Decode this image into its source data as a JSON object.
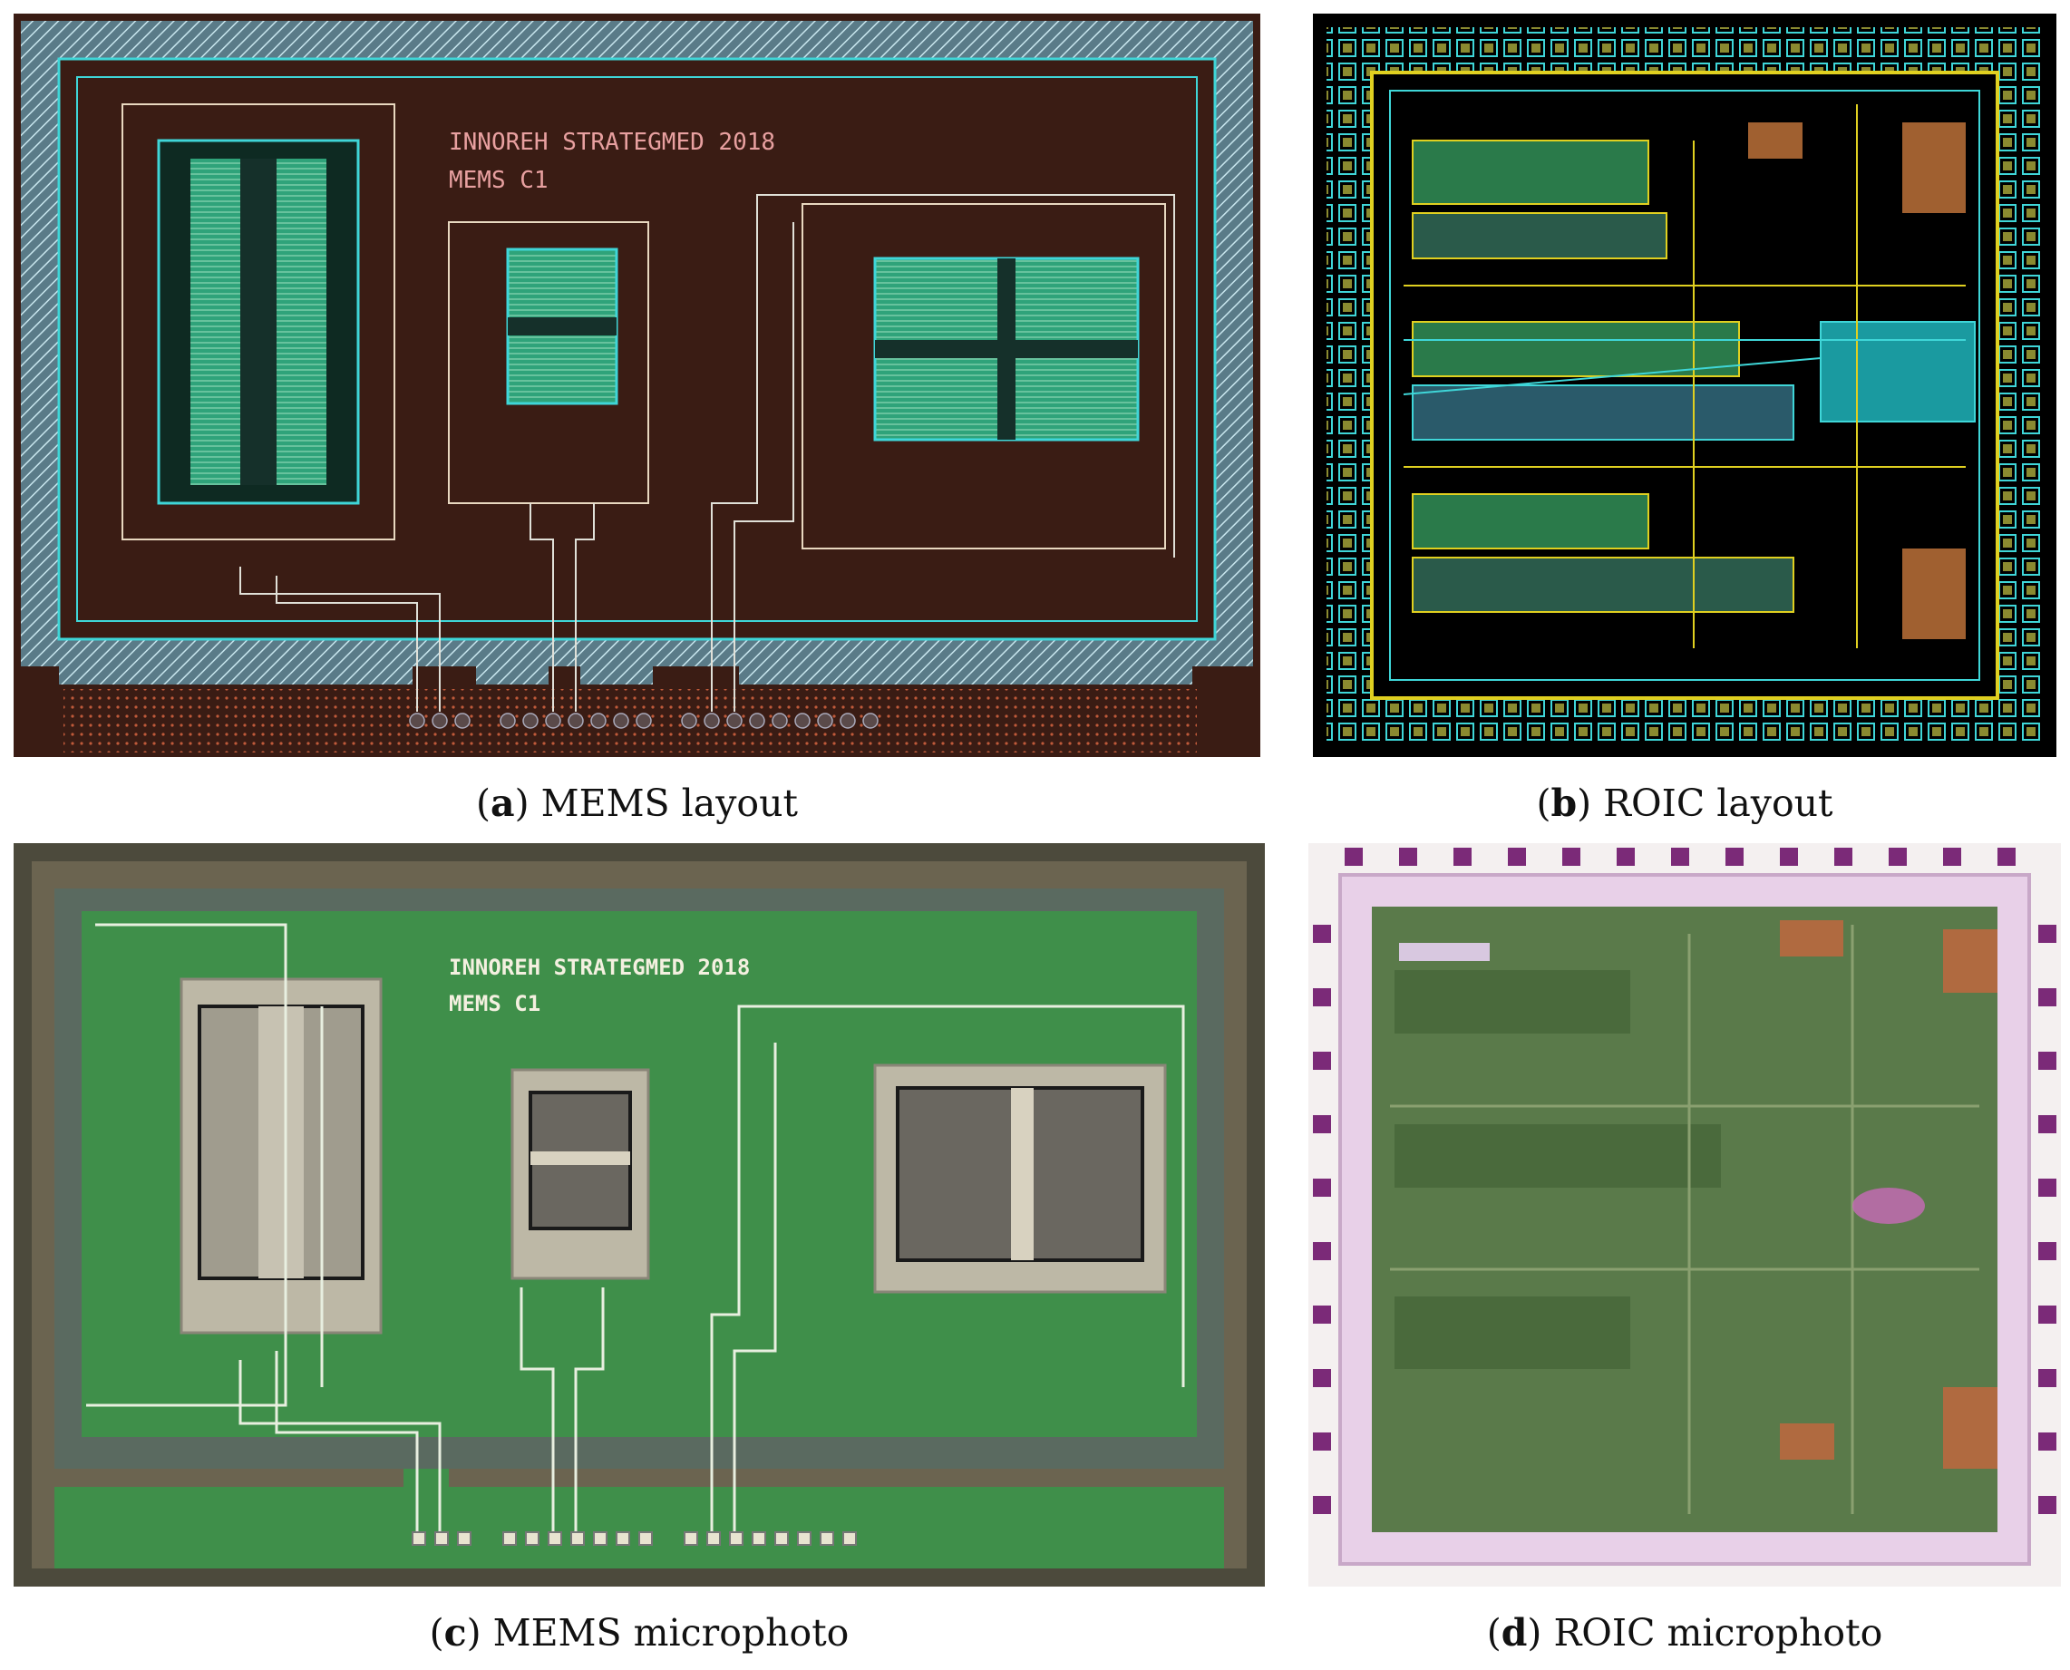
{
  "colors": {
    "layout_bg": "#3a1c14",
    "layout_cyan": "#3fd6d8",
    "layout_green": "#2fa37a",
    "roic_bg": "#000000",
    "roic_yellow": "#e0d020",
    "micro_green": "#3f8f4a",
    "micro_grey": "#a9a597",
    "roic_micro_bg": "#5a7a4a",
    "roic_micro_pad": "#7b2a78"
  },
  "panels": {
    "a": {
      "chip_text_line1": "INNOREH STRATEGMED 2018",
      "chip_text_line2": "MEMS C1"
    },
    "c": {
      "chip_text_line1": "INNOREH STRATEGMED 2018",
      "chip_text_line2": "MEMS C1"
    }
  },
  "captions": {
    "a": {
      "letter": "a",
      "text": "MEMS layout"
    },
    "b": {
      "letter": "b",
      "text": "ROIC layout"
    },
    "c": {
      "letter": "c",
      "text": "MEMS microphoto"
    },
    "d": {
      "letter": "d",
      "text": "ROIC microphoto"
    }
  }
}
